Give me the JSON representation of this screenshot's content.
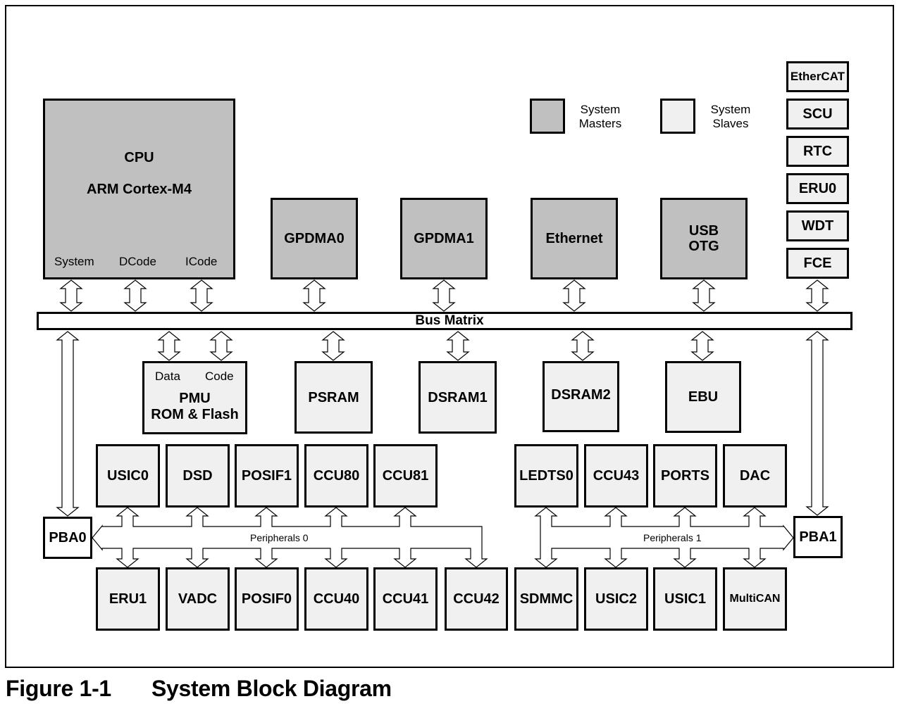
{
  "legend": {
    "masters_label": [
      "System",
      "Masters"
    ],
    "slaves_label": [
      "System",
      "Slaves"
    ],
    "master_color": "#c0c0c0",
    "slave_color": "#f0f0f0"
  },
  "cpu": {
    "title": "CPU",
    "subtitle": "ARM Cortex-M4",
    "ports": [
      "System",
      "DCode",
      "ICode"
    ]
  },
  "masters": [
    {
      "id": "gpdma0",
      "label": "GPDMA0"
    },
    {
      "id": "gpdma1",
      "label": "GPDMA1"
    },
    {
      "id": "ethernet",
      "label": "Ethernet"
    },
    {
      "id": "usb-otg",
      "label_lines": [
        "USB",
        "OTG"
      ]
    }
  ],
  "right_stack": [
    "EtherCAT",
    "SCU",
    "RTC",
    "ERU0",
    "WDT",
    "FCE"
  ],
  "bus_matrix": {
    "label": "Bus Matrix"
  },
  "memory_slaves": {
    "pmu": {
      "ports": [
        "Data",
        "Code"
      ],
      "label_lines": [
        "PMU",
        "ROM & Flash"
      ]
    },
    "others": [
      "PSRAM",
      "DSRAM1",
      "DSRAM2",
      "EBU"
    ]
  },
  "bridges": {
    "pba0": "PBA0",
    "pba1": "PBA1"
  },
  "peripherals0": {
    "label": "Peripherals 0",
    "top": [
      "USIC0",
      "DSD",
      "POSIF1",
      "CCU80",
      "CCU81"
    ],
    "bottom": [
      "ERU1",
      "VADC",
      "POSIF0",
      "CCU40",
      "CCU41",
      "CCU42"
    ]
  },
  "peripherals1": {
    "label": "Peripherals 1",
    "top": [
      "LEDTS0",
      "CCU43",
      "PORTS",
      "DAC"
    ],
    "bottom": [
      "SDMMC",
      "USIC2",
      "USIC1",
      "MultiCAN"
    ]
  },
  "caption": {
    "number": "Figure 1-1",
    "title": "System Block Diagram"
  }
}
